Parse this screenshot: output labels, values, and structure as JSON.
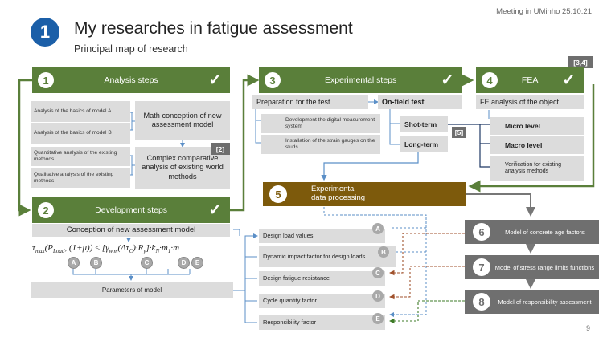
{
  "meeting": "Meeting in UMinho 25.10.21",
  "page_number": "9",
  "header": {
    "number": "1",
    "title": "My researches in fatigue assessment",
    "subtitle": "Principal map of research"
  },
  "check_mark": "✓",
  "steps": {
    "analysis": {
      "number": "1",
      "label": "Analysis steps"
    },
    "development": {
      "number": "2",
      "label": "Development steps"
    },
    "experimental": {
      "number": "3",
      "label": "Experimental steps"
    },
    "fea": {
      "number": "4",
      "label": "FEA"
    },
    "processing": {
      "number": "5",
      "label": "Experimental data processing"
    }
  },
  "analysis_items": [
    "Analysis of the basics of model A",
    "Analysis of the basics of model B",
    "Quantitative analysis of the existing methods",
    "Qualitative analysis of the existing methods"
  ],
  "math_conception": "Math conception of new assessment model",
  "complex_analysis": "Complex comparative analysis of existing world methods",
  "refs": {
    "ref2": "[2]",
    "ref34": "[3,4]",
    "ref5": "[5]"
  },
  "conception": "Conception of new assessment model",
  "formula_letters": [
    "A",
    "B",
    "C",
    "D",
    "E"
  ],
  "parameters": "Parameters of model",
  "experimental": {
    "preparation": "Preparation for the test",
    "onfield": "On-field test",
    "digital": "Development the digital measurement system",
    "installation": "Installation of the strain gauges on the studs",
    "short": "Shot-term",
    "long": "Long-term"
  },
  "fea": {
    "analysis": "FE analysis of the object",
    "micro": "Micro level",
    "macro": "Macro level",
    "verification": "Verification for existing analysis methods"
  },
  "factors": [
    {
      "label": "Design load values",
      "letter": "A"
    },
    {
      "label": "Dynamic impact factor for design loads",
      "letter": "B"
    },
    {
      "label": "Design fatigue resistance",
      "letter": "C"
    },
    {
      "label": "Cycle quantity factor",
      "letter": "D"
    },
    {
      "label": "Responsibility factor",
      "letter": "E"
    }
  ],
  "models": [
    {
      "number": "6",
      "label": "Model of concrete age factors"
    },
    {
      "number": "7",
      "label": "Model of stress range limits functions"
    },
    {
      "number": "8",
      "label": "Model of responsibility assessment"
    }
  ],
  "colors": {
    "green": "#5a7f3a",
    "blue_header": "#1b5fa8",
    "brown": "#7d5a0c",
    "gray_dark": "#6f6f6f",
    "arrow_blue": "#5b8fc7",
    "navy": "#1f3864",
    "dashed_red": "#a0522d",
    "dashed_green": "#3e7b27"
  }
}
